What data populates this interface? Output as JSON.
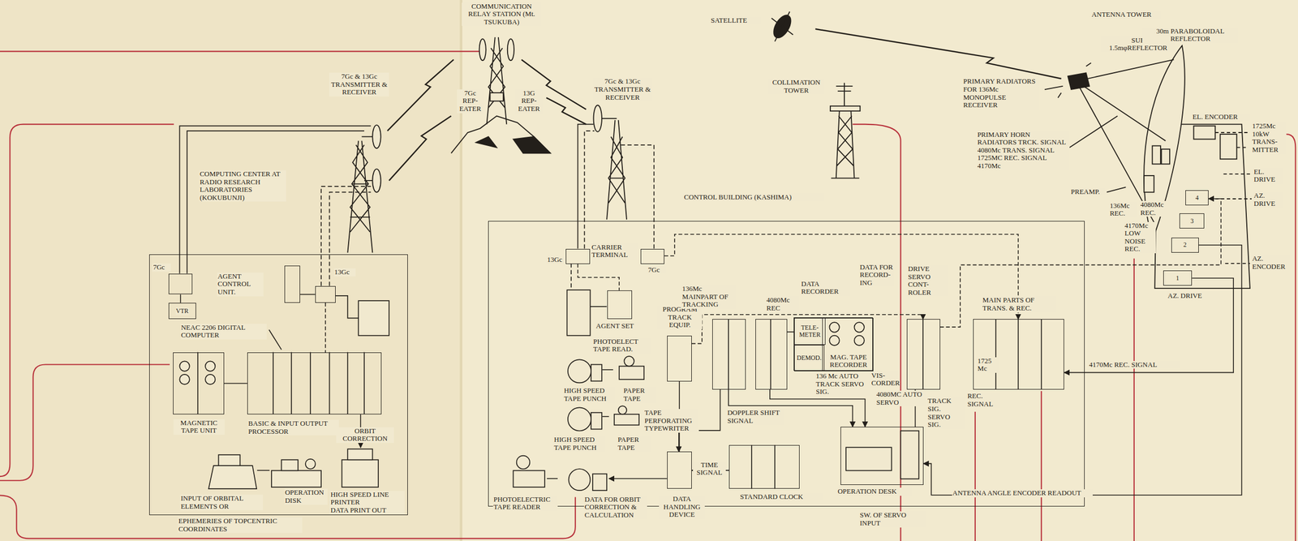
{
  "diagram": {
    "nodes": [
      {
        "text": [
          "COMPUTING CENTER AT RADIO RESEARCH LABORATORIES (KOKUBUNJI)"
        ]
      },
      {
        "text": [
          "7Gc"
        ],
        "in": 0
      },
      {
        "text": [
          "VTR"
        ],
        "in": 0
      },
      {
        "text": [
          "AGENT CONTROL UNIT."
        ],
        "in": 0
      },
      {
        "text": [
          "13Gc"
        ],
        "in": 0
      },
      {
        "text": [
          "MAGNETIC TAPE UNIT"
        ],
        "in": 0
      },
      {
        "text": [
          "BASIC & INPUT OUTPUT PROCESSOR"
        ],
        "in": 0
      },
      {
        "text": [
          "INPUT OF ORBITAL ELEMENTS OR"
        ],
        "in": 0
      },
      {
        "text": [
          "OPERATION DISK"
        ],
        "in": 0
      },
      {
        "text": [
          "HIGH SPEED LINE PRINTER",
          "DATA PRINT OUT"
        ],
        "in": 0
      },
      {
        "text": [
          "CONTROL BUILDING (KASHIMA)"
        ]
      },
      {
        "text": [
          "13Gc"
        ],
        "in": 10
      },
      {
        "text": [
          "7Gc"
        ],
        "in": 10
      },
      {
        "text": [
          "AGENT SET"
        ],
        "in": 10
      },
      {
        "text": [
          "PROGRAM TRACK EQUIP."
        ],
        "in": 10
      },
      {
        "text": [
          "DATA HANDLING DEVICE"
        ],
        "in": 10
      },
      {
        "text": [
          "136Mc MAINPART OF TRACKING"
        ],
        "in": 10
      },
      {
        "text": [
          "4080Mc REC"
        ],
        "in": 10
      },
      {
        "text": [
          "DATA RECORDER"
        ],
        "in": 10
      },
      {
        "text": [
          "TELE-METER"
        ],
        "in": 18
      },
      {
        "text": [
          "DEMOD."
        ],
        "in": 18
      },
      {
        "text": [
          "MAG. TAPE RECORDER"
        ],
        "in": 18
      },
      {
        "text": [
          "DRIVE SERVO CONT- ROLER"
        ],
        "in": 10
      },
      {
        "text": [
          "STANDARD CLOCK"
        ],
        "in": 10
      },
      {
        "text": [
          "OPERATION DESK"
        ],
        "in": 10
      },
      {
        "text": [
          "MAIN PARTS OF TRANS. & REC.",
          "1725 Mc"
        ],
        "in": 10
      },
      {
        "text": [
          "HIGH SPEED TAPE PUNCH"
        ],
        "in": 10
      },
      {
        "text": [
          "PAPER TAPE"
        ],
        "in": 10
      },
      {
        "text": [
          "HIGH SPEED TAPE PUNCH"
        ],
        "in": 10
      },
      {
        "text": [
          "PAPER TAPE"
        ],
        "in": 10
      },
      {
        "text": [
          "PHOTOELECTRIC TAPE READER"
        ],
        "in": 10
      },
      {
        "text": [
          "DATA FOR ORBIT CORRECTION & CALCULATION"
        ],
        "in": 10
      },
      {
        "text": [
          "1"
        ]
      },
      {
        "text": [
          "2"
        ]
      },
      {
        "text": [
          "3"
        ]
      },
      {
        "text": [
          "4"
        ]
      }
    ],
    "edges": [
      {
        "from": 1,
        "to": 2,
        "arrow": "none"
      },
      {
        "from": 3,
        "to": 4,
        "arrow": "none"
      },
      {
        "from": 4,
        "to": 6,
        "arrow": "none"
      },
      {
        "from": 5,
        "to": 6,
        "arrow": "none"
      },
      {
        "from": 7,
        "to": 8,
        "arrow": "none"
      },
      {
        "from": 6,
        "to": 9,
        "arrow": "to"
      },
      {
        "from": 11,
        "to": 13,
        "arrow": "none"
      },
      {
        "from": 12,
        "to": 25,
        "arrow": "to"
      },
      {
        "from": 14,
        "to": 22,
        "arrow": "to"
      },
      {
        "from": 14,
        "to": 15,
        "arrow": "none"
      },
      {
        "from": 16,
        "to": 15,
        "label": "DOPPLER SHIFT SIGNAL",
        "arrow": "to"
      },
      {
        "from": 16,
        "to": 24,
        "arrow": "to"
      },
      {
        "from": 17,
        "to": 24,
        "arrow": "to"
      },
      {
        "from": 17,
        "to": 19,
        "arrow": "none"
      },
      {
        "from": 22,
        "to": 24,
        "arrow": "none"
      },
      {
        "from": 23,
        "to": 15,
        "label": "TIME SIGNAL",
        "arrow": "to"
      },
      {
        "from": 15,
        "to": 31,
        "arrow": "to"
      },
      {
        "from": 30,
        "to": 31,
        "arrow": "none"
      },
      {
        "from": 26,
        "to": 27,
        "arrow": "none"
      },
      {
        "from": 28,
        "to": 29,
        "arrow": "none"
      },
      {
        "from": 32,
        "to": 25,
        "label": "4170Mc REC. SIGNAL",
        "arrow": "to"
      },
      {
        "from": 22,
        "to": 35,
        "arrow": "to"
      },
      {
        "from": 33,
        "to": 24,
        "label": "ANTENNA ANGLE ENCODER READOUT",
        "arrow": "to"
      }
    ],
    "labels": [
      "COMMUNICATION RELAY STATION (Mt. TSUKUBA)",
      "7Gc & 13Gc TRANSMITTER & RECEIVER",
      "7Gc REP- EATER",
      "13G REP- EATER",
      "7Gc & 13Gc TRANSMITTER & RECEIVER",
      "SATELLITE",
      "COLLIMATION TOWER",
      "ANTENNA TOWER",
      "SUB 1.5mφREFLECTOR",
      "30m PARABOLOIDAL REFLECTOR",
      "PRIMARY RADIATORS FOR 136Mc MONOPULSE RECEIVER",
      "PRIMARY HORN RADIATORS TRCK. SIGNAL 4080Mc TRANS. SIGNAL 1725MC REC. SIGNAL 4170Mc",
      "EL. ENCODER",
      "1725Mc 10kW TRANS- MITTER",
      "EL. DRIVE",
      "AZ. DRIVE",
      "AZ. ENCODER",
      "PREAMP.",
      "136Mc REC.",
      "4080Mc REC.",
      "4170Mc LOW NOISE REC.",
      "AZ. DRIVE",
      "NEAC 2206 DIGITAL COMPUTER",
      "ORBIT CORRECTION",
      "EPHEMERIES OF TOPCENTRIC COORDINATES",
      "CARRIER TERMINAL",
      "PHOTOELECT TAPE READ.",
      "TAPE PERFORATING TYPEWRITER",
      "DATA FOR RECORD- ING",
      "VIS- CORDER",
      "136 Mc AUTO TRACK SERVO SIG.",
      "4080MC AUTO SERVO",
      "TRACK SIG. SERVO SIG.",
      "REC. SIGNAL",
      "SW. OF SERVO INPUT"
    ]
  }
}
